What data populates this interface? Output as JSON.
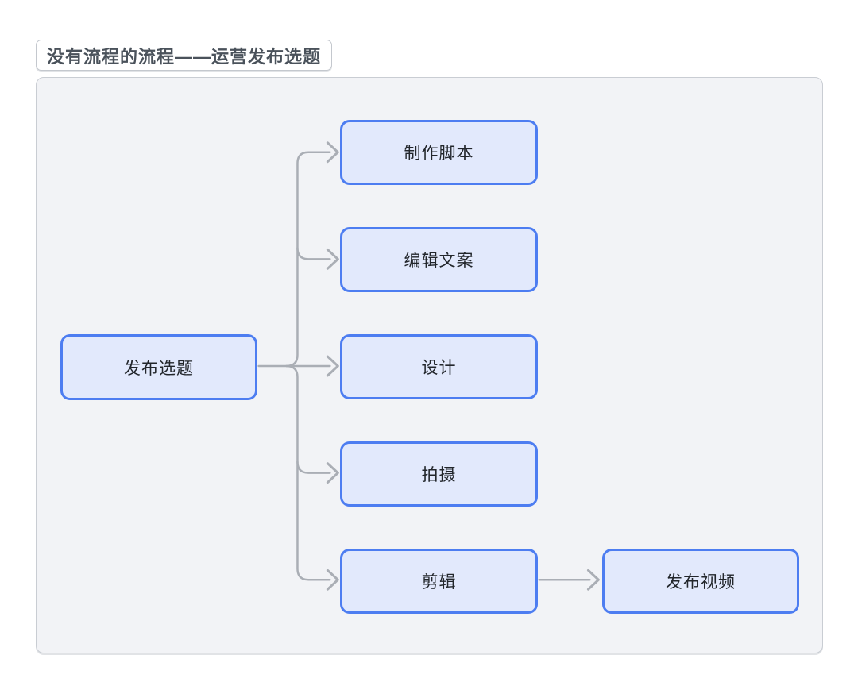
{
  "title": {
    "text": "没有流程的流程——运营发布选题"
  },
  "canvas": {
    "background": "#f2f3f6",
    "border_color": "#c9cdd3"
  },
  "diagram": {
    "type": "flowchart",
    "node_fill": "#e2e9fc",
    "node_border": "#4d7df1",
    "node_text_color": "#22262b",
    "arrow_color": "#aaaeb5",
    "nodes": [
      {
        "id": "publish-topic",
        "label": "发布选题"
      },
      {
        "id": "make-script",
        "label": "制作脚本"
      },
      {
        "id": "edit-copy",
        "label": "编辑文案"
      },
      {
        "id": "design",
        "label": "设计"
      },
      {
        "id": "shoot",
        "label": "拍摄"
      },
      {
        "id": "cut",
        "label": "剪辑"
      },
      {
        "id": "publish-video",
        "label": "发布视频"
      }
    ],
    "edges": [
      {
        "from": "发布选题",
        "to": "制作脚本"
      },
      {
        "from": "发布选题",
        "to": "编辑文案"
      },
      {
        "from": "发布选题",
        "to": "设计"
      },
      {
        "from": "发布选题",
        "to": "拍摄"
      },
      {
        "from": "发布选题",
        "to": "剪辑"
      },
      {
        "from": "剪辑",
        "to": "发布视频"
      }
    ]
  }
}
